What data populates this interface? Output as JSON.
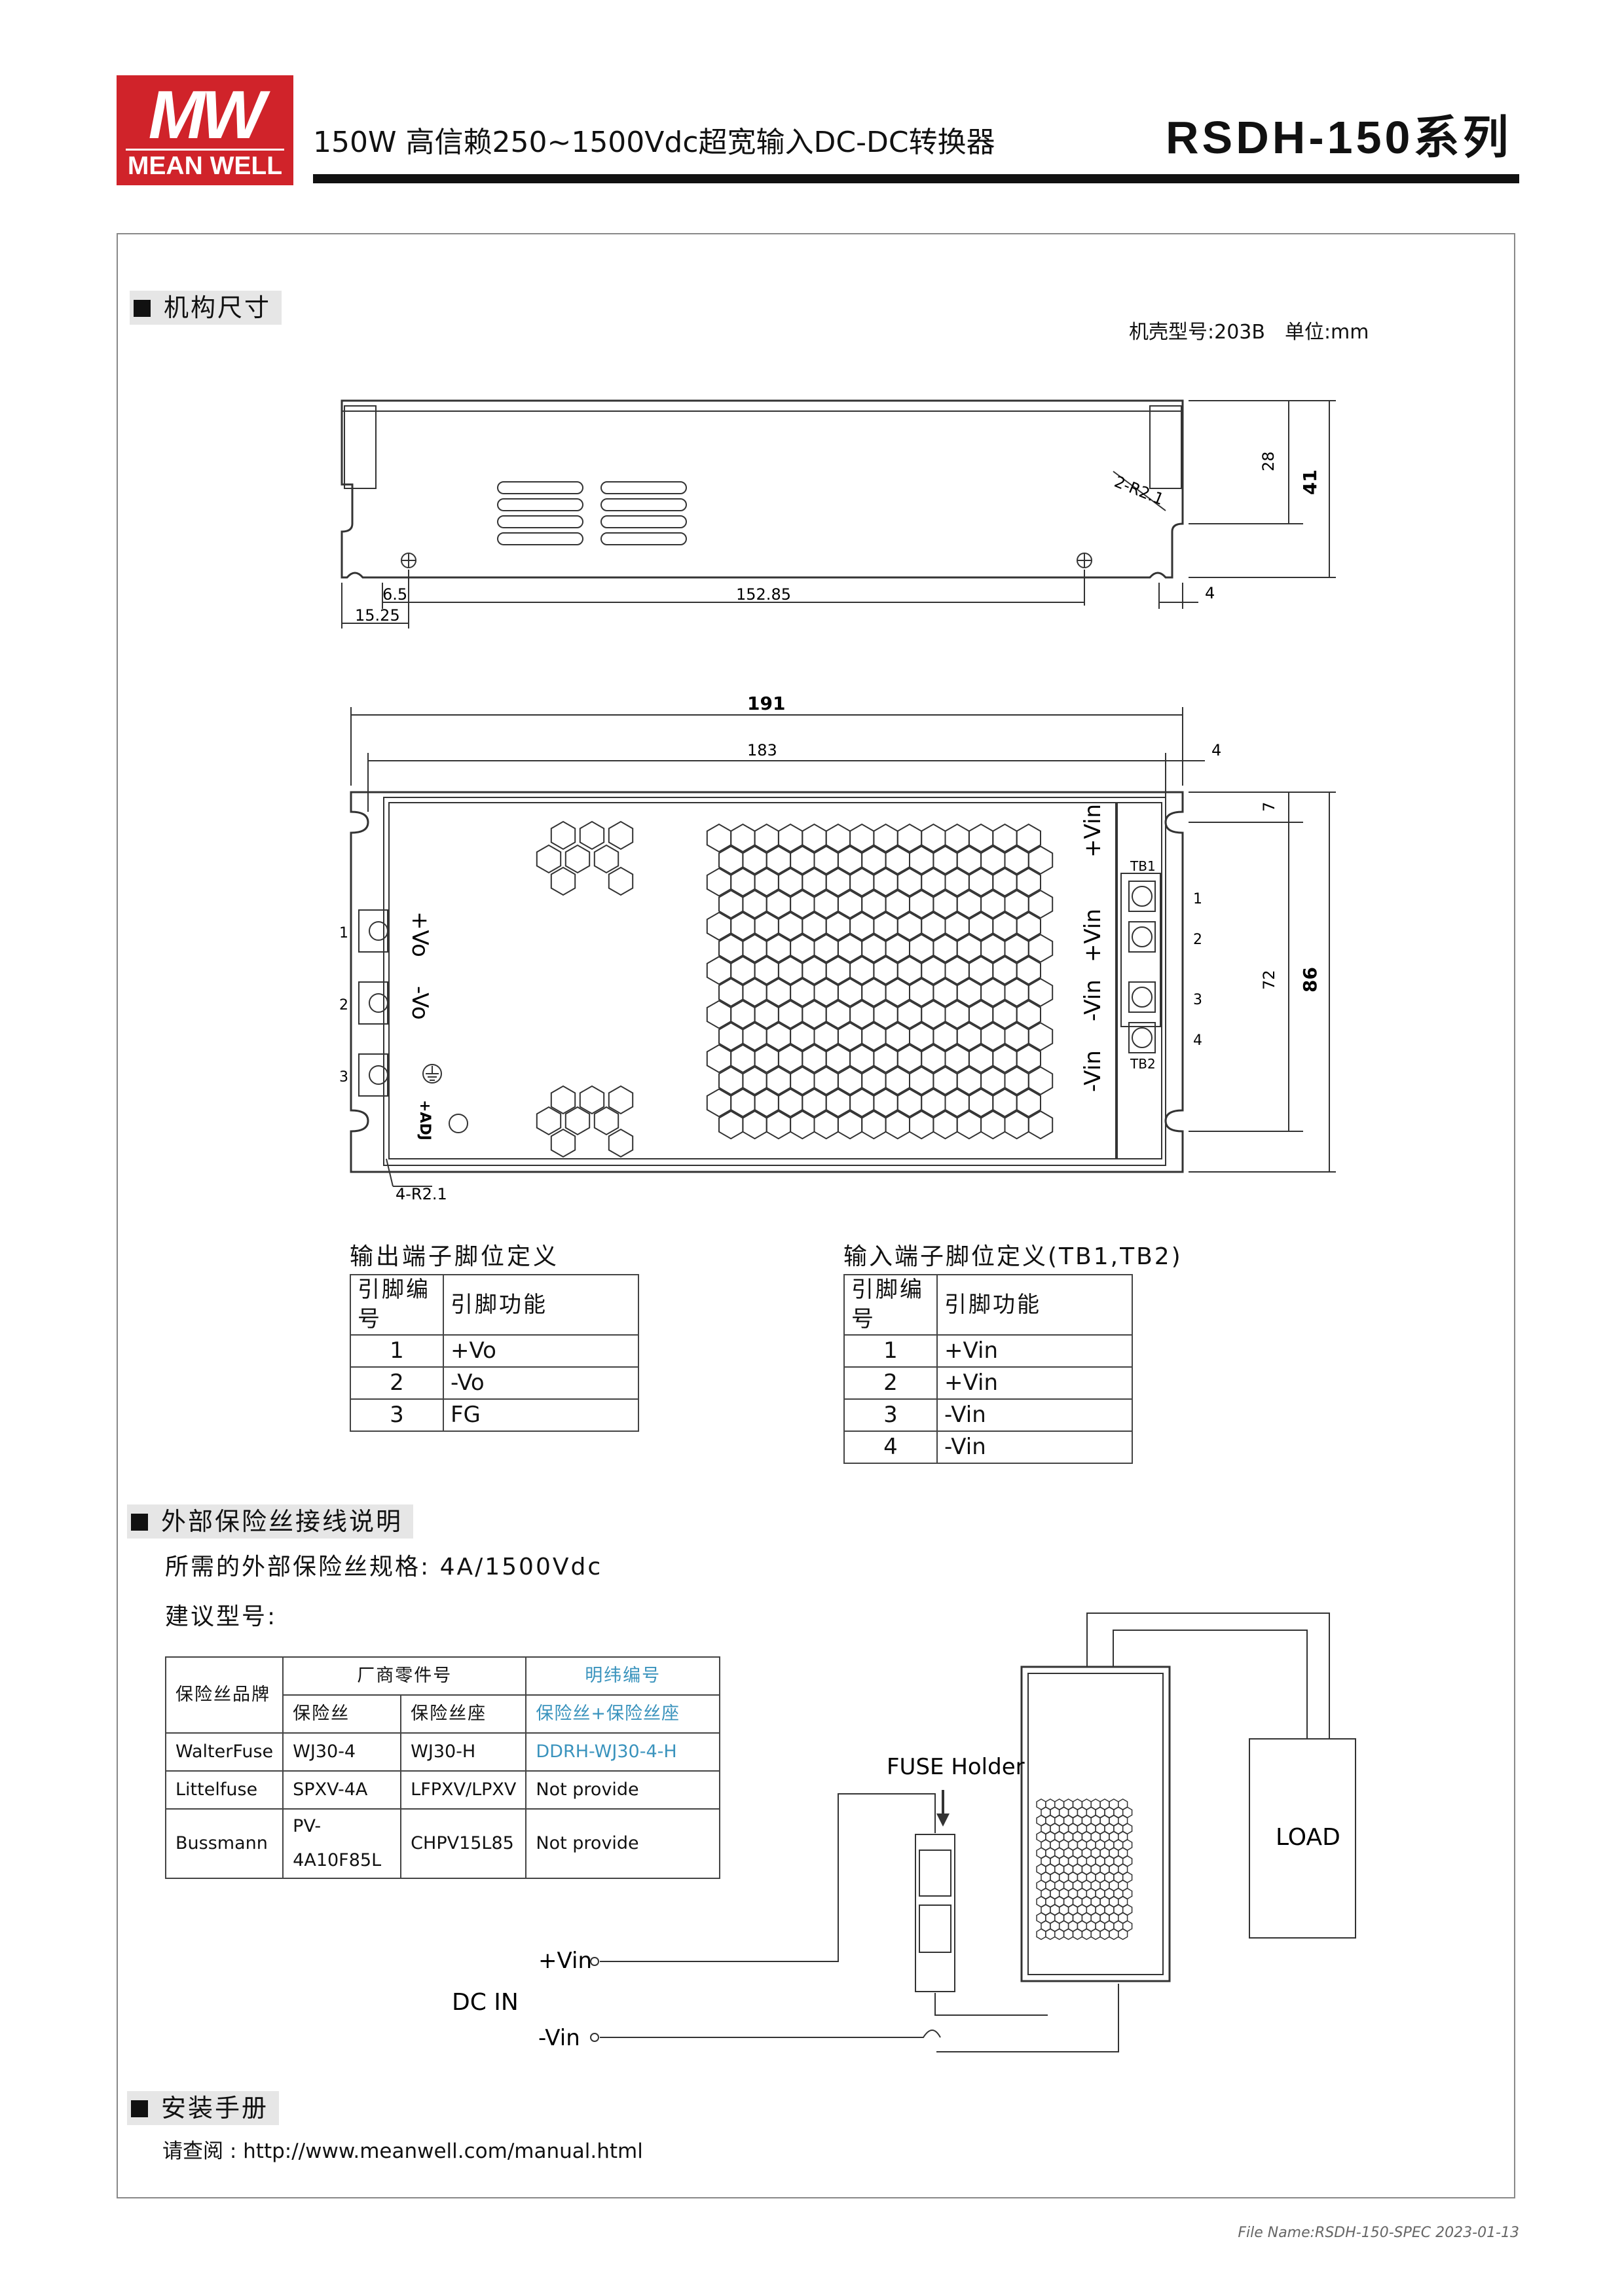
{
  "logo": {
    "mark": "MW",
    "name": "MEAN WELL"
  },
  "header": {
    "title": "150W 高信赖250~1500Vdc超宽输入DC-DC转换器",
    "series": "RSDH-150系列"
  },
  "mechanical": {
    "section_title": "机构尺寸",
    "case_info": "机壳型号:203B　单位:mm",
    "side_dims": {
      "d6_5": "6.5",
      "d152_85": "152.85",
      "d15_25": "15.25",
      "d28": "28",
      "d41": "41",
      "d4": "4",
      "radius": "2-R2.1"
    },
    "top_dims": {
      "d191": "191",
      "d183": "183",
      "d4": "4",
      "d7": "7",
      "d72": "72",
      "d86": "86",
      "radius": "4-R2.1"
    },
    "labels": {
      "vo_plus": "+Vo",
      "vo_minus": "-Vo",
      "adj": "+ADJ",
      "vin_plus": "+Vin",
      "vin_minus": "-Vin",
      "tb1": "TB1",
      "tb2": "TB2",
      "pin1": "1",
      "pin2": "2",
      "pin3": "3",
      "pin4": "4"
    }
  },
  "output_pins": {
    "title": "输出端子脚位定义",
    "headers": [
      "引脚编号",
      "引脚功能"
    ],
    "rows": [
      [
        "1",
        "+Vo"
      ],
      [
        "2",
        "-Vo"
      ],
      [
        "3",
        "FG"
      ]
    ]
  },
  "input_pins": {
    "title": "输入端子脚位定义(TB1,TB2)",
    "headers": [
      "引脚编号",
      "引脚功能"
    ],
    "rows": [
      [
        "1",
        "+Vin"
      ],
      [
        "2",
        "+Vin"
      ],
      [
        "3",
        "-Vin"
      ],
      [
        "4",
        "-Vin"
      ]
    ]
  },
  "fuse_section": {
    "title": "外部保险丝接线说明",
    "spec": "所需的外部保险丝规格: 4A/1500Vdc",
    "suggest": "建议型号:",
    "table": {
      "brand_header": "保险丝品牌",
      "mfr_header": "厂商零件号",
      "mw_header": "明纬编号",
      "fuse_header": "保险丝",
      "holder_header": "保险丝座",
      "combo_header": "保险丝+保险丝座",
      "rows": [
        [
          "WalterFuse",
          "WJ30-4",
          "WJ30-H",
          "DDRH-WJ30-4-H"
        ],
        [
          "Littelfuse",
          "SPXV-4A",
          "LFPXV/LPXV",
          "Not provide"
        ],
        [
          "Bussmann",
          "PV-4A10F85L",
          "CHPV15L85",
          "Not provide"
        ]
      ]
    },
    "diagram": {
      "fuse_holder": "FUSE Holder",
      "load": "LOAD",
      "vin_plus": "+Vin",
      "dc_in": "DC  IN",
      "vin_minus": "-Vin"
    }
  },
  "manual": {
    "title": "安装手册",
    "text": "请查阅 : http://www.meanwell.com/manual.html"
  },
  "footer": {
    "file_name": "File Name:RSDH-150-SPEC   2023-01-13"
  },
  "colors": {
    "brand_red": "#d0232a",
    "mw_blue": "#3a93bd"
  }
}
